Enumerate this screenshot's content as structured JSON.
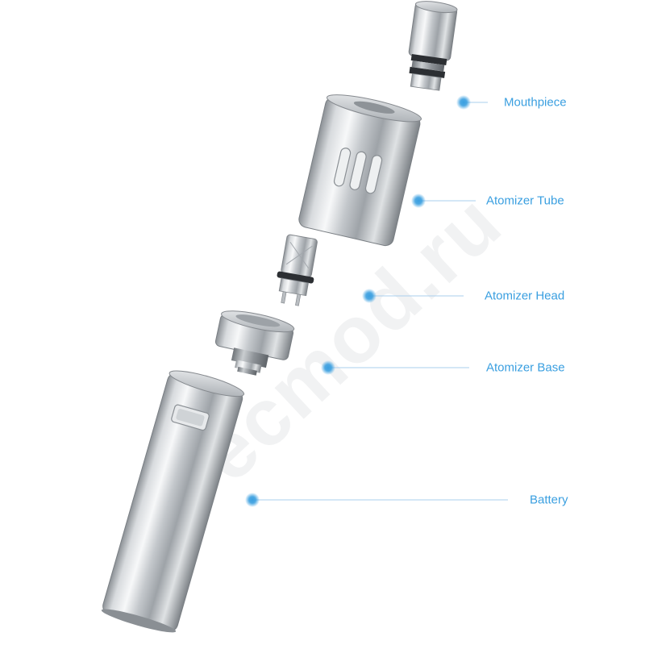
{
  "diagram": {
    "watermark": "ecmod.ru",
    "accent_color": "#3a9fe0",
    "components": [
      {
        "id": "mouthpiece",
        "label": "Mouthpiece"
      },
      {
        "id": "atomizer-tube",
        "label": "Atomizer Tube"
      },
      {
        "id": "atomizer-head",
        "label": "Atomizer Head"
      },
      {
        "id": "atomizer-base",
        "label": "Atomizer Base"
      },
      {
        "id": "battery",
        "label": "Battery"
      }
    ]
  }
}
